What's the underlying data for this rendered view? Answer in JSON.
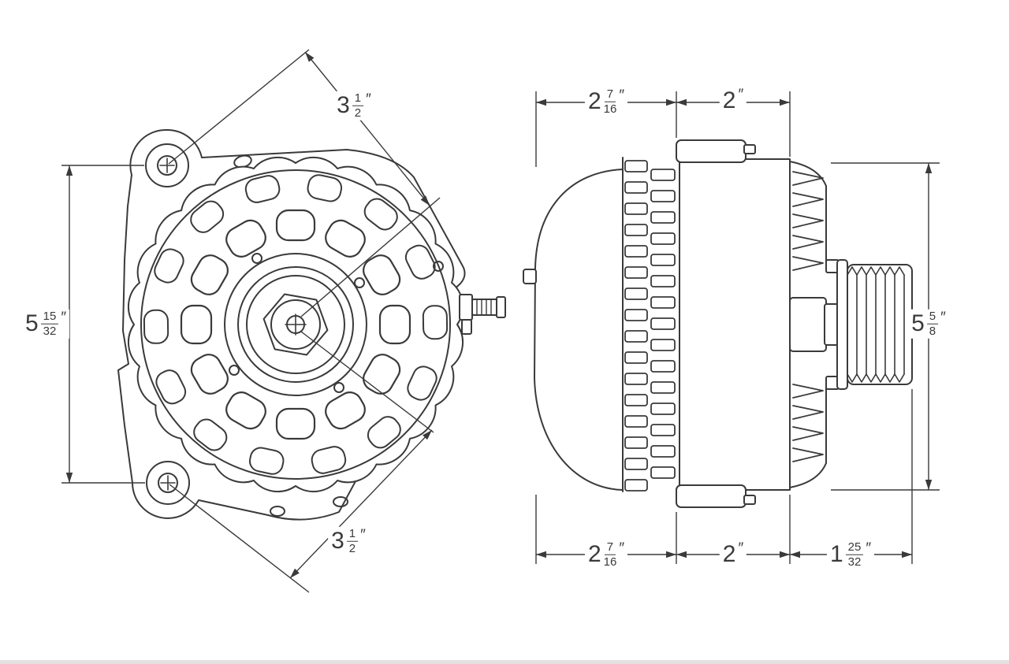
{
  "figure": {
    "name": "alternator-two-view-dimension-drawing",
    "views": [
      "front",
      "side"
    ]
  },
  "colors": {
    "ink": "#3a3a3a",
    "background": "#ffffff"
  },
  "dimensions": {
    "front_mount_height": {
      "whole": "5",
      "num": "15",
      "den": "32",
      "unit": "″"
    },
    "front_upper_offset": {
      "whole": "3",
      "num": "1",
      "den": "2",
      "unit": "″"
    },
    "front_lower_offset": {
      "whole": "3",
      "num": "1",
      "den": "2",
      "unit": "″"
    },
    "side_rear_depth_top": {
      "whole": "2",
      "num": "7",
      "den": "16",
      "unit": "″"
    },
    "side_mid_depth_top": {
      "whole": "2",
      "unit": "″"
    },
    "side_body_height": {
      "whole": "5",
      "num": "5",
      "den": "8",
      "unit": "″"
    },
    "side_rear_depth_bottom": {
      "whole": "2",
      "num": "7",
      "den": "16",
      "unit": "″"
    },
    "side_mid_depth_bottom": {
      "whole": "2",
      "unit": "″"
    },
    "side_pulley_depth": {
      "whole": "1",
      "num": "25",
      "den": "32",
      "unit": "″"
    }
  }
}
